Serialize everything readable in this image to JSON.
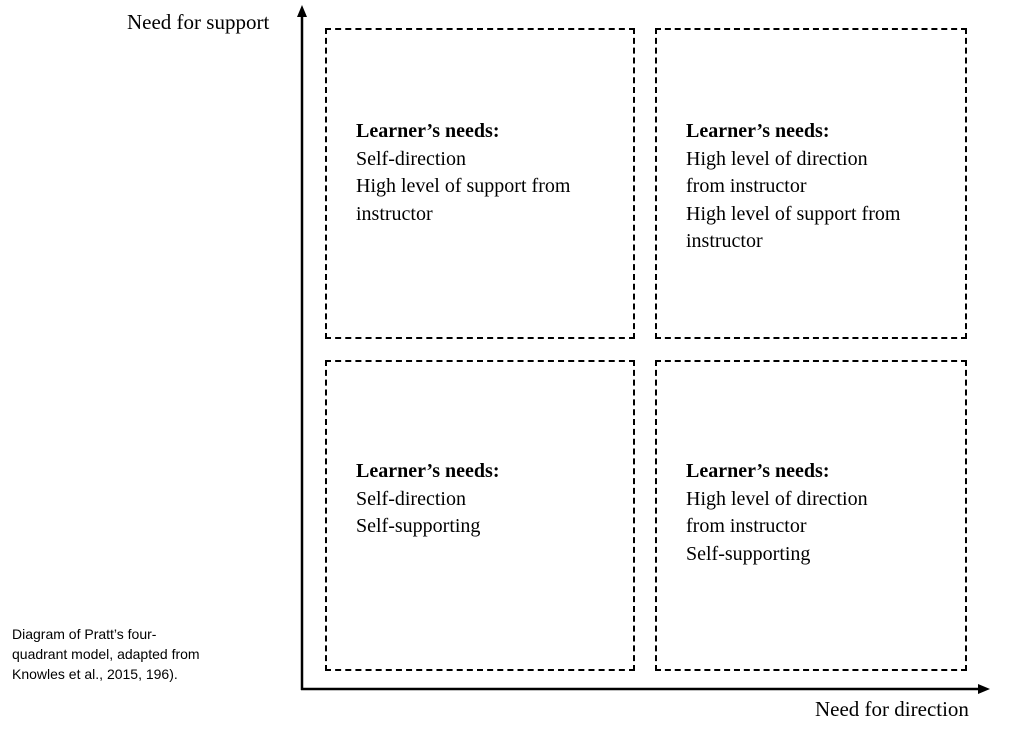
{
  "axes": {
    "y_label": "Need for support",
    "x_label": "Need for direction"
  },
  "quadrants": {
    "top_left": {
      "heading": "Learner’s needs:",
      "lines": [
        "Self-direction",
        "High level of support from",
        "instructor"
      ]
    },
    "top_right": {
      "heading": "Learner’s needs:",
      "lines": [
        "High level of direction",
        "from instructor",
        "High level of support from",
        "instructor"
      ]
    },
    "bottom_left": {
      "heading": "Learner’s needs:",
      "lines": [
        "Self-direction",
        "Self-supporting"
      ]
    },
    "bottom_right": {
      "heading": "Learner’s needs:",
      "lines": [
        "High level of direction",
        "from instructor",
        "Self-supporting"
      ]
    }
  },
  "caption": {
    "lines": [
      "Diagram of Pratt’s four-",
      "quadrant model, adapted from",
      "Knowles et al., 2015, 196)."
    ]
  }
}
